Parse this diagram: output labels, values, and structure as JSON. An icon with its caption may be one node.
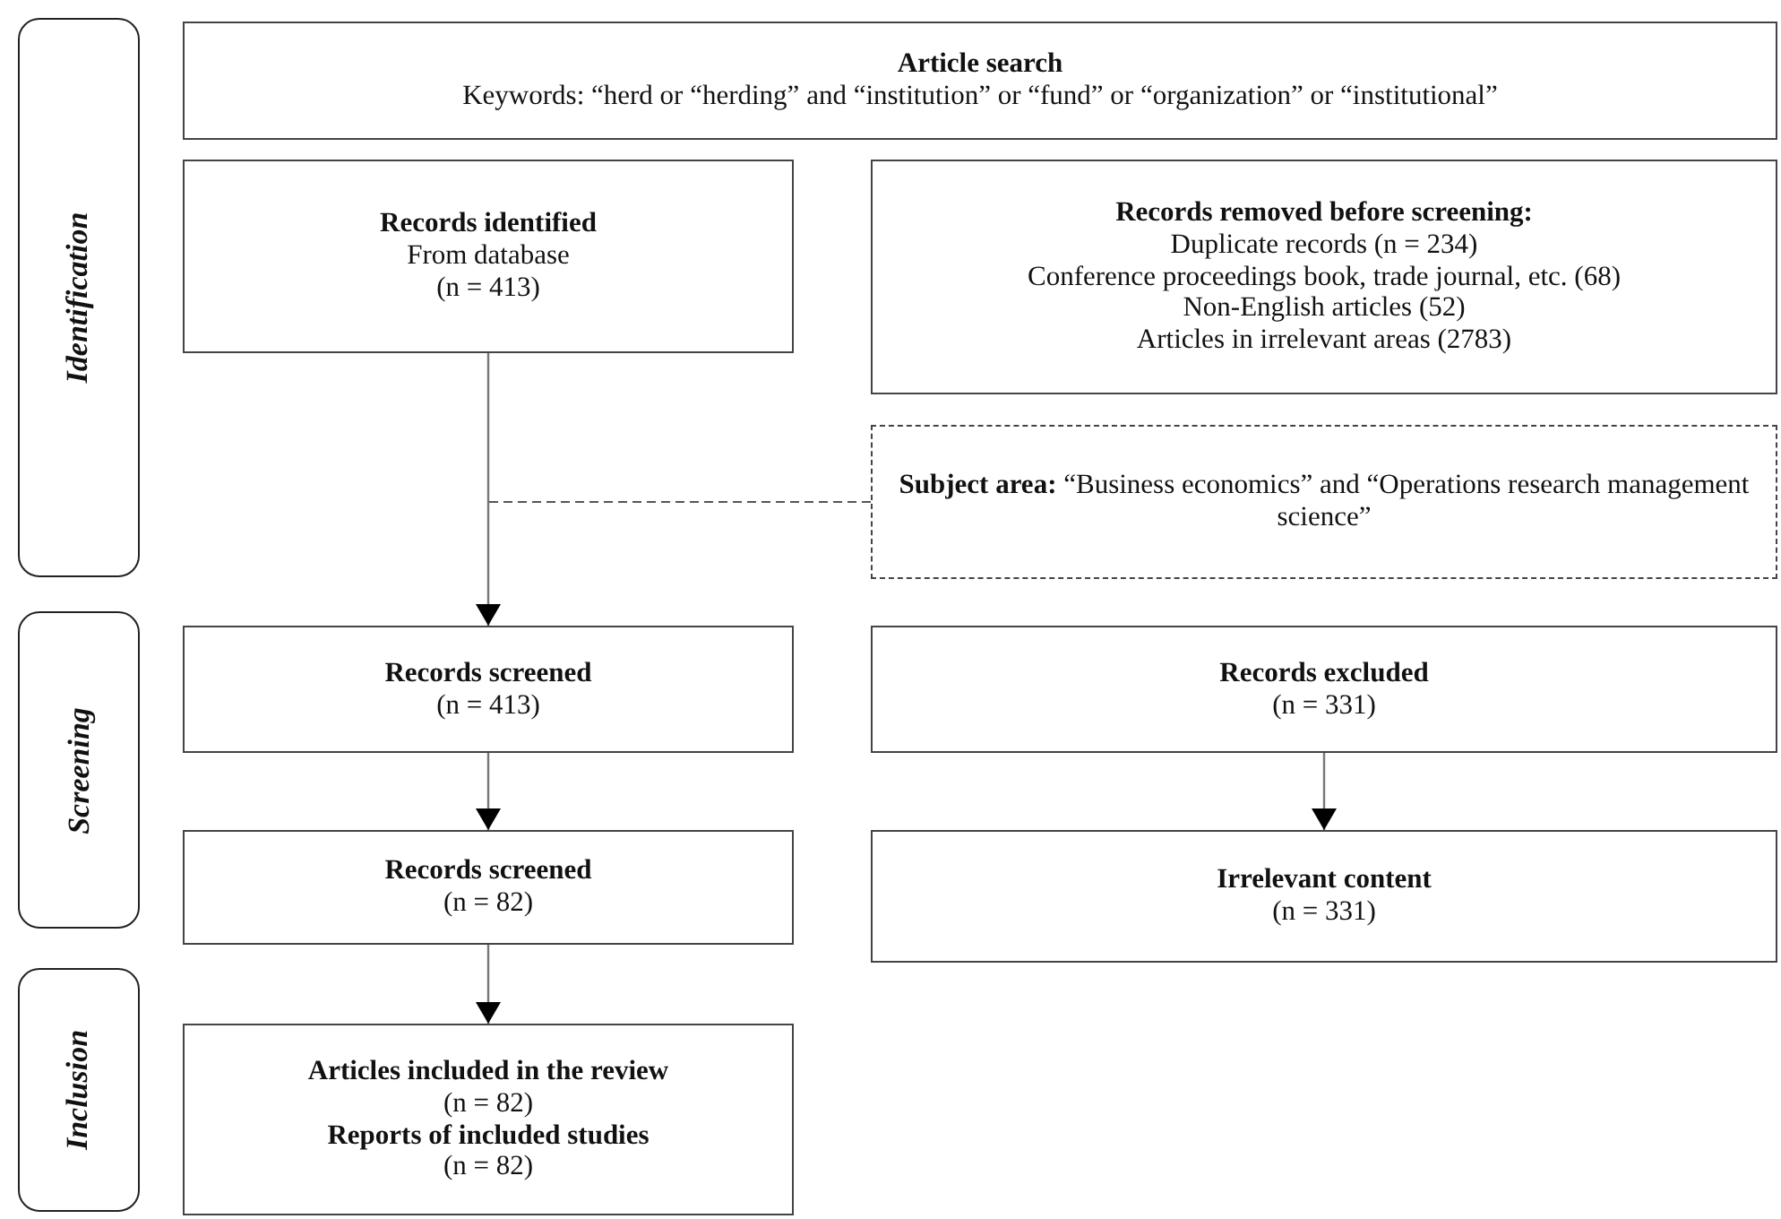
{
  "diagram": {
    "nodes": [
      {
        "text": [
          "Identification"
        ]
      },
      {
        "text": [
          "Screening"
        ]
      },
      {
        "text": [
          "Inclusion"
        ]
      },
      {
        "text": [
          "Article search",
          "Keywords: “herd or “herding” and “institution” or “fund” or “organization” or “institutional”"
        ]
      },
      {
        "text": [
          "Records identified",
          "From database",
          "(n = 413)"
        ]
      },
      {
        "text": [
          "Records removed before screening:",
          "Duplicate records (n = 234)",
          "Conference proceedings book, trade journal, etc. (68)",
          "Non-English articles (52)",
          "Articles in irrelevant areas (2783)"
        ]
      },
      {
        "text": [
          "**Subject area:** “Business economics” and “Operations research management science”"
        ]
      },
      {
        "text": [
          "Records screened",
          "(n = 413)"
        ]
      },
      {
        "text": [
          "Records excluded",
          "(n = 331)"
        ]
      },
      {
        "text": [
          "Records screened",
          "(n = 82)"
        ]
      },
      {
        "text": [
          "Irrelevant content",
          "(n = 331)"
        ]
      },
      {
        "text": [
          "Articles included in the review",
          "(n = 82)",
          "Reports of included studies",
          "(n = 82)"
        ]
      }
    ],
    "edges": [
      {
        "from": 4,
        "to": 7,
        "arrow": "to"
      },
      {
        "from": 7,
        "to": 9,
        "arrow": "to"
      },
      {
        "from": 8,
        "to": 10,
        "arrow": "to"
      },
      {
        "from": 9,
        "to": 11,
        "arrow": "to"
      },
      {
        "from": 6,
        "to": null,
        "arrow": "none",
        "style": "dashed"
      }
    ]
  }
}
